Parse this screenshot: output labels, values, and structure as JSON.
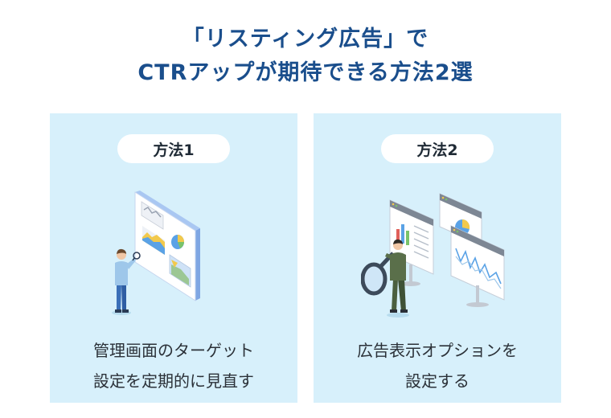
{
  "heading": {
    "line1": "「リスティング広告」で",
    "line2": "CTRアップが期待できる方法2選"
  },
  "methods": [
    {
      "label": "方法1",
      "caption_line1": "管理画面のターゲット",
      "caption_line2": "設定を定期的に見直す",
      "illustration": "person-inspecting-dashboard-panel"
    },
    {
      "label": "方法2",
      "caption_line1": "広告表示オプションを",
      "caption_line2": "設定する",
      "illustration": "person-with-magnifier-and-chart-windows"
    }
  ],
  "colors": {
    "title": "#1a4e8c",
    "card_bg": "#d7f0fb",
    "pill_bg": "#ffffff",
    "text": "#2b3138"
  }
}
